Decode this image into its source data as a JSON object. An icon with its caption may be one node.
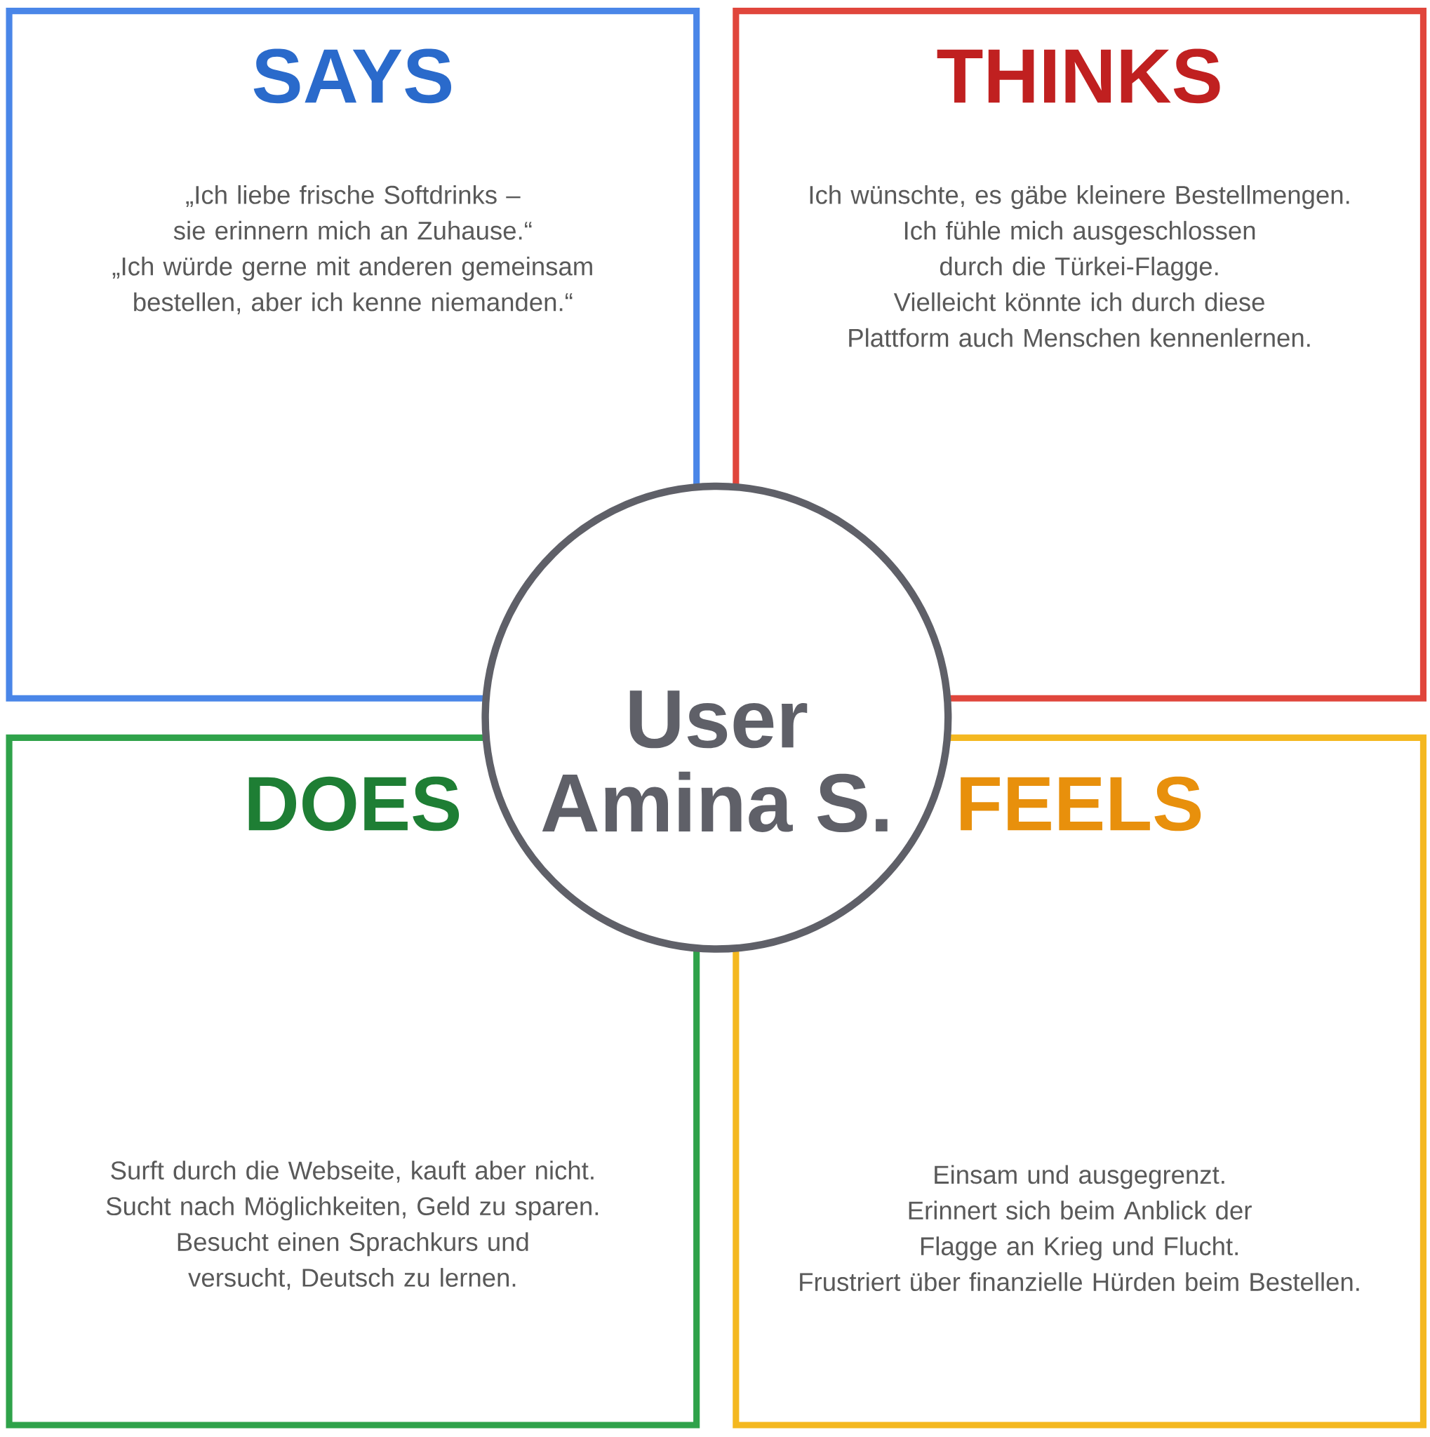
{
  "diagram": {
    "nodes": [
      {
        "text": [
          "SAYS",
          "„Ich liebe frische Softdrinks – sie erinnern mich an Zuhause.“",
          "„Ich würde gerne mit anderen gemeinsam bestellen, aber ich kenne niemanden.“"
        ]
      },
      {
        "text": [
          "THINKS",
          "Ich wünschte, es gäbe kleinere Bestellmengen.",
          "Ich fühle mich ausgeschlossen durch die Türkei-Flagge.",
          "Vielleicht könnte ich durch diese Plattform auch Menschen kennenlernen."
        ]
      },
      {
        "text": [
          "DOES",
          "Surft durch die Webseite, kauft aber nicht.",
          "Sucht nach Möglichkeiten, Geld zu sparen.",
          "Besucht einen Sprachkurs und versucht, Deutsch zu lernen."
        ]
      },
      {
        "text": [
          "FEELS",
          "Einsam und ausgegrenzt.",
          "Erinnert sich beim Anblick der Flagge an Krieg und Flucht.",
          "Frustriert über finanzielle Hürden beim Bestellen."
        ]
      },
      {
        "text": [
          "User",
          "Amina S."
        ]
      }
    ],
    "edges": []
  }
}
